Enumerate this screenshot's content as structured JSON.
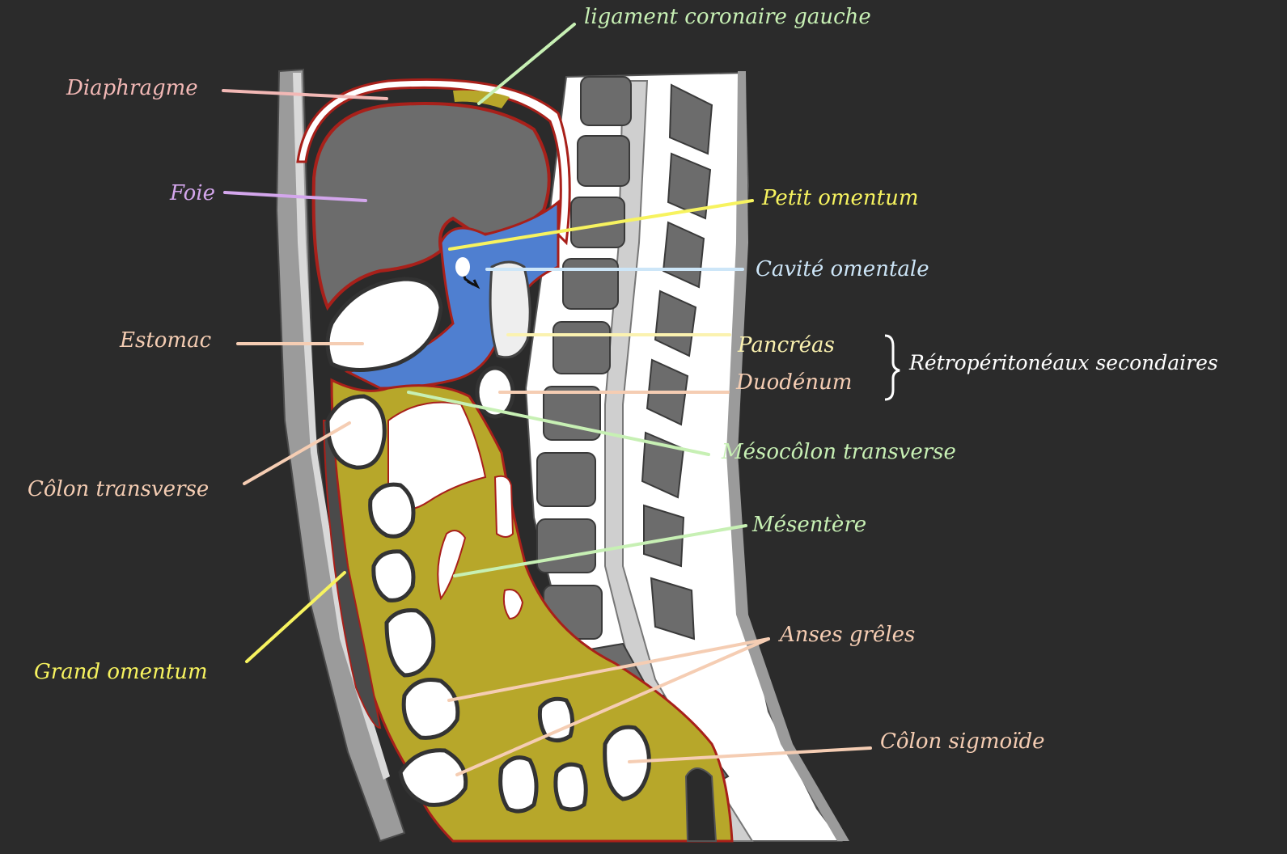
{
  "colors": {
    "background": "#2b2b2b",
    "pink": "#f2b8b5",
    "lavender": "#d3a6ec",
    "yellow": "#f7f35f",
    "light_blue": "#cde6f8",
    "peach": "#f5cdb3",
    "green": "#c7f0b4",
    "white": "#ffffff",
    "olive": "#b7a72a",
    "blue_cavity": "#4f7fd0",
    "organ_gray": "#6c6c6c",
    "peritoneum_red": "#a8201a"
  },
  "labels": {
    "ligament_coronaire": "ligament coronaire gauche",
    "diaphragme": "Diaphragme",
    "foie": "Foie",
    "petit_omentum": "Petit omentum",
    "cavite_omentale": "Cavité omentale",
    "estomac": "Estomac",
    "pancreas": "Pancréas",
    "duodenum": "Duodénum",
    "retroperitoneaux": "Rétropéritonéaux secondaires",
    "colon_transverse": "Côlon transverse",
    "mesocolon_transverse": "Mésocôlon transverse",
    "mesentere": "Mésentère",
    "anses_greles": "Anses grêles",
    "grand_omentum": "Grand omentum",
    "colon_sigmoide": "Côlon sigmoïde"
  }
}
